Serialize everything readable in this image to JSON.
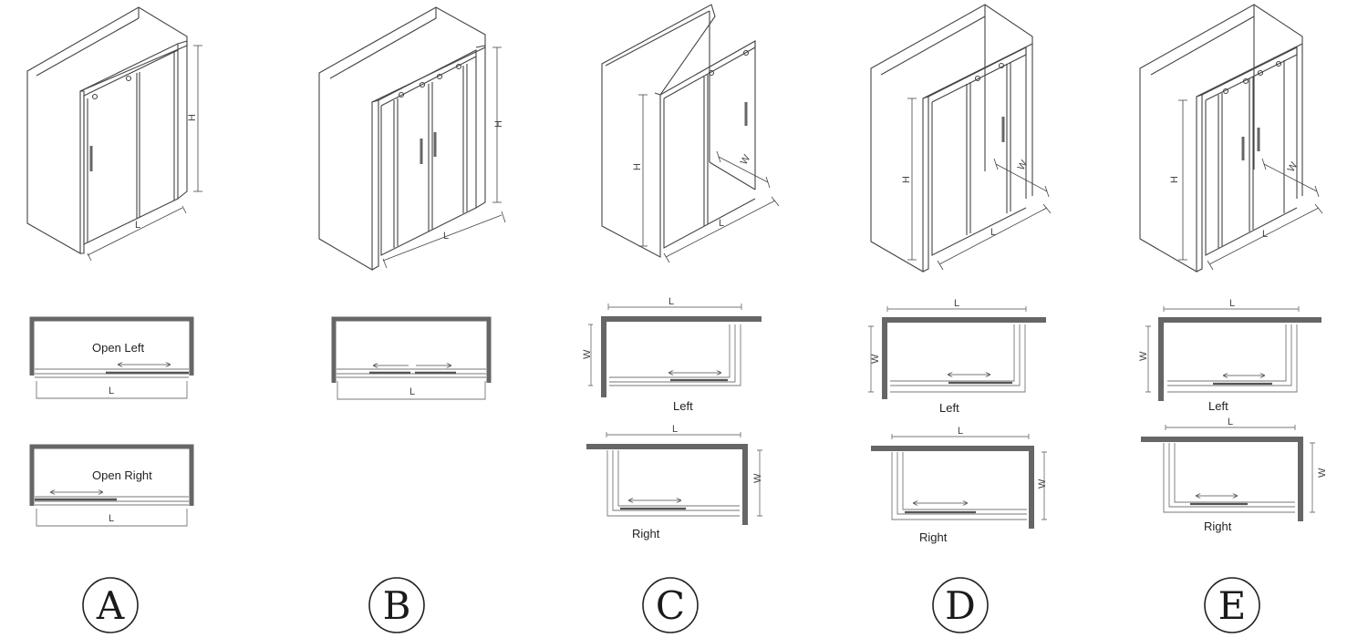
{
  "dimension_labels": {
    "length": "L",
    "height": "H",
    "width": "W"
  },
  "captions": {
    "open_left": "Open Left",
    "open_right": "Open Right",
    "left": "Left",
    "right": "Right"
  },
  "models": [
    {
      "letter": "A"
    },
    {
      "letter": "B"
    },
    {
      "letter": "C"
    },
    {
      "letter": "D"
    },
    {
      "letter": "E"
    }
  ],
  "colors": {
    "wall": "#666666",
    "line": "#555555",
    "light_line": "#999999"
  }
}
